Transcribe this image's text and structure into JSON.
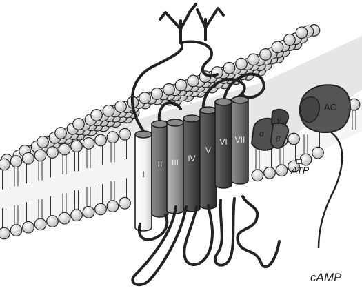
{
  "figure": {
    "colors": {
      "lipid_head": "#d9d9d9",
      "lipid_outline": "#222222",
      "helix_white": "#f2f2f2",
      "helix_light": "#9a9a9a",
      "helix_mid": "#6e6e6e",
      "helix_dark": "#4a4a4a",
      "g_protein": "#505050",
      "adenylyl_cyclase": "#555555",
      "loop_stroke": "#222222"
    },
    "helices": [
      {
        "label": "I",
        "shade": "white"
      },
      {
        "label": "II",
        "shade": "mid"
      },
      {
        "label": "III",
        "shade": "light"
      },
      {
        "label": "IV",
        "shade": "dark"
      },
      {
        "label": "V",
        "shade": "dark"
      },
      {
        "label": "VI",
        "shade": "dark"
      },
      {
        "label": "VII",
        "shade": "mid"
      }
    ],
    "g_protein": {
      "alpha_label": "α",
      "gamma_label": "γ",
      "beta_label": "β"
    },
    "effector_label": "AC",
    "substrate_label": "ATP",
    "product_label": "cAMP"
  }
}
